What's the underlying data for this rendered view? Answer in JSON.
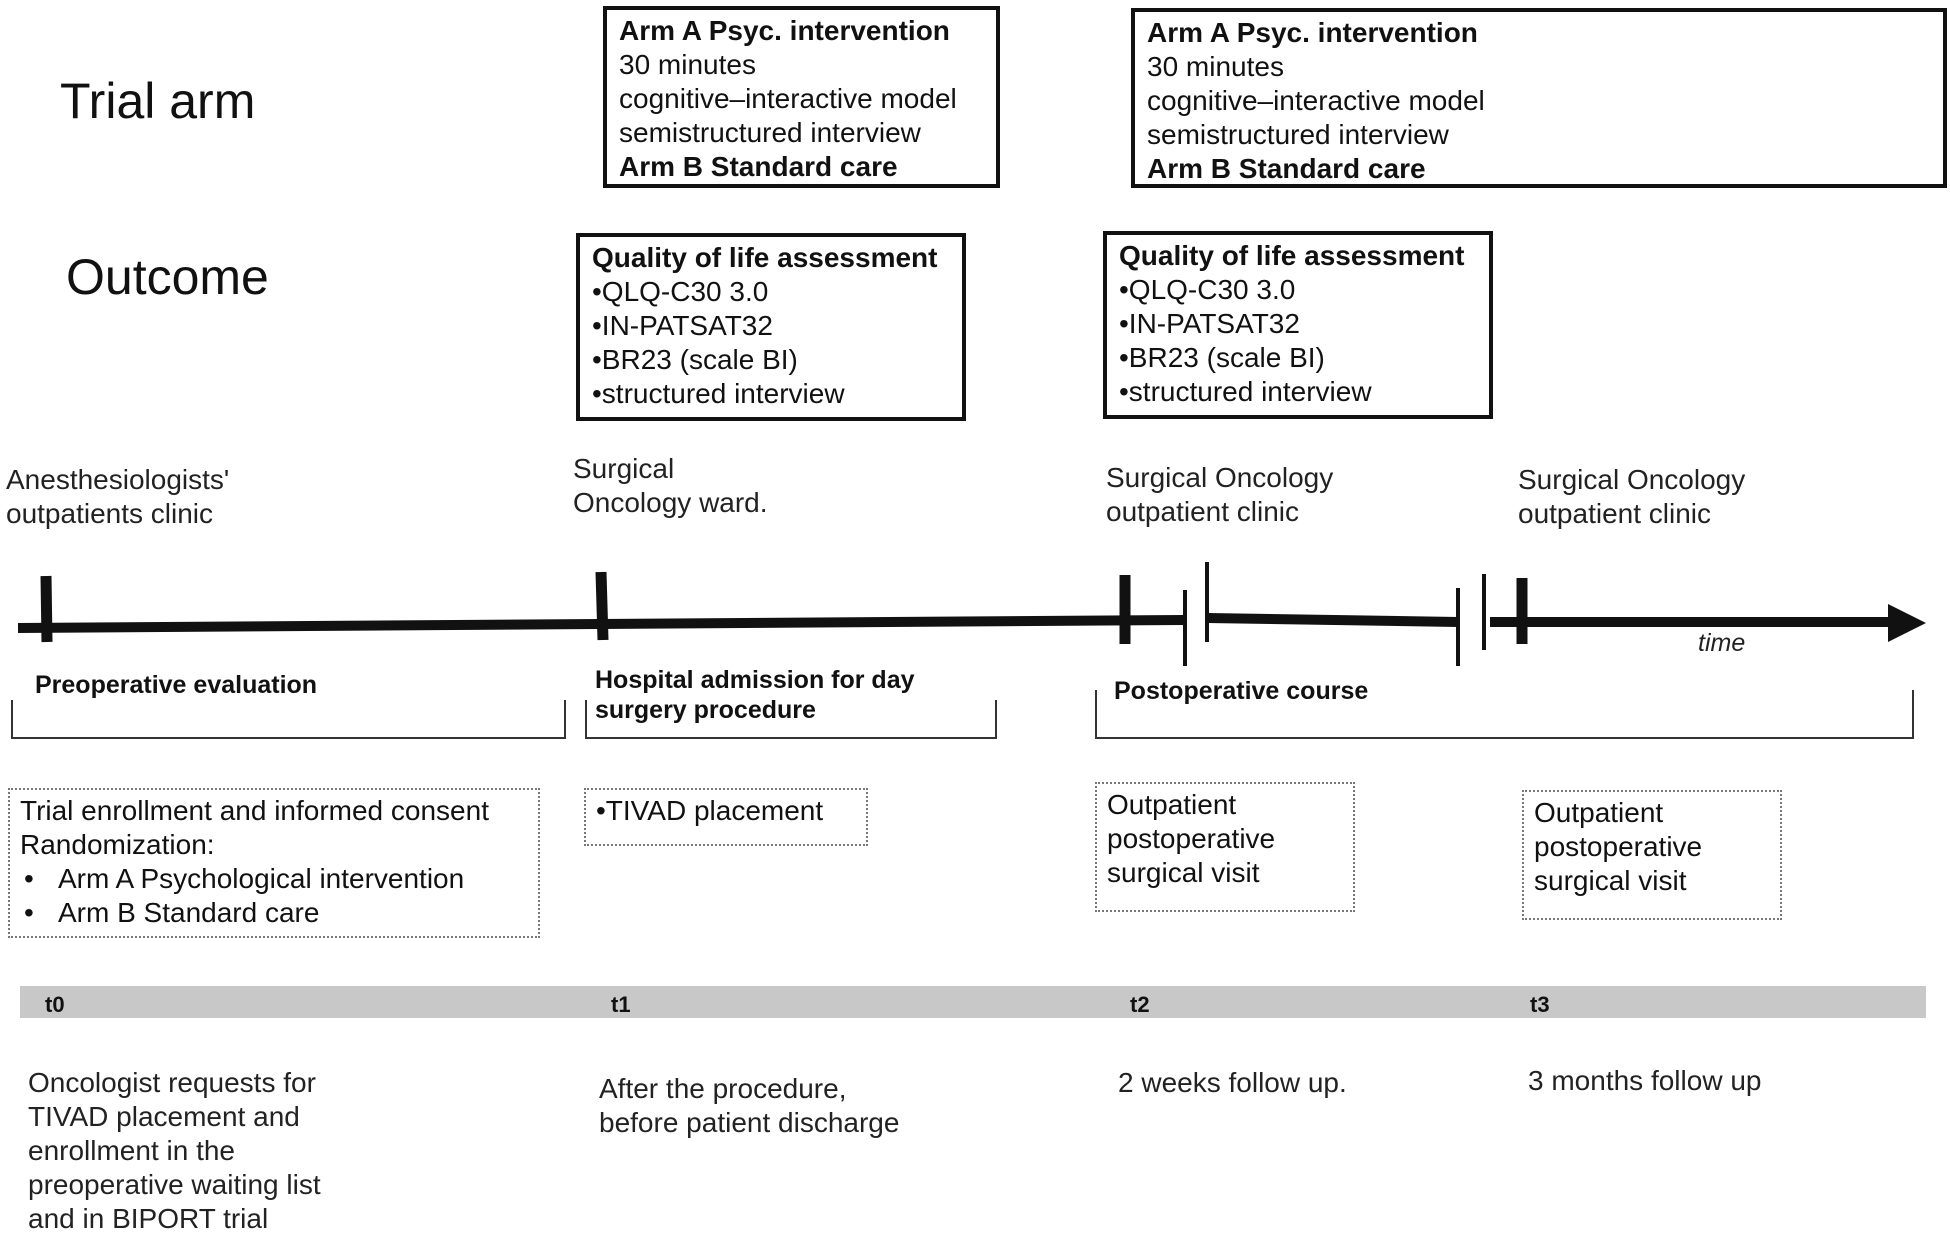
{
  "rows": {
    "trial_arm": "Trial arm",
    "outcome": "Outcome"
  },
  "intervention_box": {
    "title": "Arm A Psyc. intervention",
    "line1": "30 minutes",
    "line2": "cognitive–interactive  model",
    "line3": "semistructured interview",
    "arm_b": "Arm B  Standard care"
  },
  "qol_box": {
    "title": "Quality of life assessment",
    "items": [
      "•QLQ-C30  3.0",
      "•IN-PATSAT32",
      "•BR23 (scale BI)",
      "•structured interview"
    ]
  },
  "locations": [
    {
      "line1": "Anesthesiologists'",
      "line2": "outpatients clinic"
    },
    {
      "line1": "Surgical",
      "line2": "Oncology ward."
    },
    {
      "line1": "Surgical Oncology",
      "line2": "outpatient clinic"
    },
    {
      "line1": "Surgical Oncology",
      "line2": "outpatient clinic"
    }
  ],
  "time_label": "time",
  "phases": {
    "preop": "Preoperative evaluation",
    "admission_line1": "Hospital admission for day",
    "admission_line2": "surgery procedure",
    "postop": "Postoperative course"
  },
  "details": {
    "enrollment_line1": "Trial enrollment and informed consent",
    "enrollment_line2": "Randomization:",
    "arm_a": "Arm A Psychological intervention",
    "arm_b": "Arm B Standard care",
    "tivad": "•TIVAD  placement",
    "visit_line1": "Outpatient",
    "visit_line2": "postoperative",
    "visit_line3": "surgical visit"
  },
  "timepoints": [
    "t0",
    "t1",
    "t2",
    "t3"
  ],
  "notes": {
    "t0_line1": "Oncologist requests for",
    "t0_line2": "TIVAD placement and",
    "t0_line3": "enrollment in the",
    "t0_line4": "preoperative  waiting list",
    "t0_line5": "and in BIPORT trial",
    "t1_line1": "After the procedure,",
    "t1_line2": "before  patient discharge",
    "t2": "2 weeks follow  up.",
    "t3": "3 months follow up"
  },
  "colors": {
    "line": "#111111",
    "timepoint_bar": "#c8c8c8",
    "dotted_border": "#777777"
  }
}
